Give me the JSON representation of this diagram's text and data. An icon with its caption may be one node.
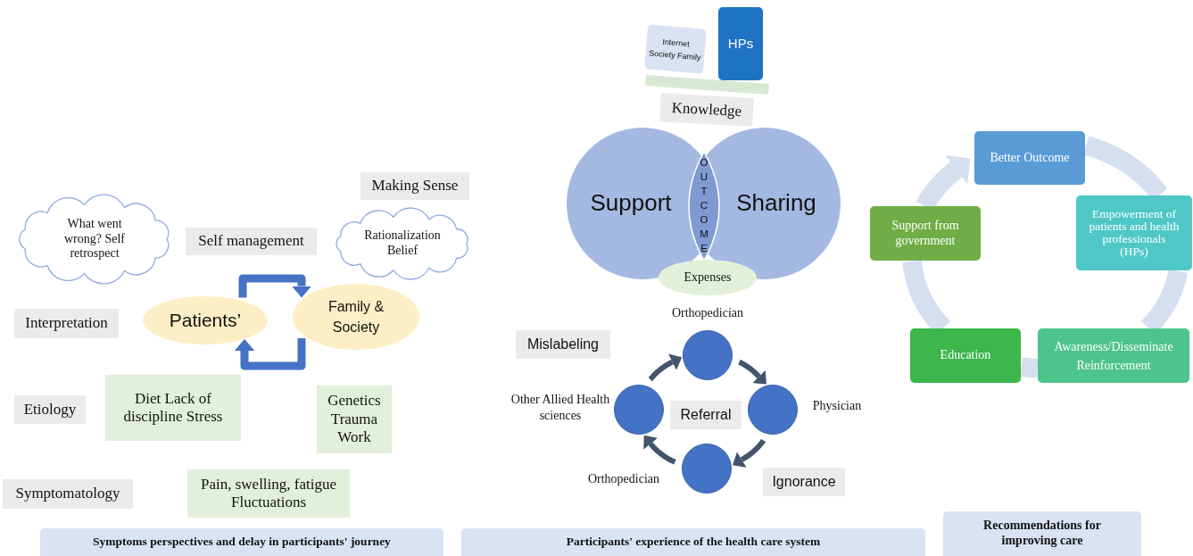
{
  "diagram": {
    "nodes": [
      {
        "text": [
          "Internet Society Family"
        ]
      },
      {
        "text": [
          "HPs"
        ]
      },
      {
        "text": [
          "Knowledge"
        ]
      },
      {
        "text": [
          "Support"
        ]
      },
      {
        "text": [
          "Sharing"
        ]
      },
      {
        "text": [
          "OUTCOME"
        ]
      },
      {
        "text": [
          "Expenses"
        ]
      },
      {
        "text": [
          "Making Sense"
        ]
      },
      {
        "text": [
          "What went wrong? Self retrospect"
        ]
      },
      {
        "text": [
          "Self management"
        ]
      },
      {
        "text": [
          "Rationalization Belief"
        ]
      },
      {
        "text": [
          "Interpretation"
        ]
      },
      {
        "text": [
          "Patients’"
        ]
      },
      {
        "text": [
          "Family & Society"
        ]
      },
      {
        "text": [
          "Etiology"
        ]
      },
      {
        "text": [
          "Diet Lack of discipline Stress"
        ]
      },
      {
        "text": [
          "Genetics Trauma Work"
        ]
      },
      {
        "text": [
          "Symptomatology"
        ]
      },
      {
        "text": [
          "Pain, swelling, fatigue Fluctuations"
        ]
      },
      {
        "text": [
          "Symptoms perspectives and delay in participants' journey"
        ]
      },
      {
        "text": [
          "Mislabeling"
        ]
      },
      {
        "text": [],
        "shape": "circle",
        "beside": [
          "Orthopedician"
        ]
      },
      {
        "text": [],
        "shape": "circle",
        "beside": [
          "Other Allied Health sciences"
        ]
      },
      {
        "text": [
          "Referral"
        ]
      },
      {
        "text": [],
        "shape": "circle",
        "beside": [
          "Physician"
        ]
      },
      {
        "text": [],
        "shape": "circle",
        "beside": [
          "Orthopedician"
        ]
      },
      {
        "text": [
          "Ignorance"
        ]
      },
      {
        "text": [
          "Participants' experience of the health care system"
        ]
      },
      {
        "text": [
          "Better Outcome"
        ]
      },
      {
        "text": [
          "Support from government"
        ]
      },
      {
        "text": [
          "Empowerment of patients and health professionals (HPs)"
        ]
      },
      {
        "text": [
          "Education"
        ]
      },
      {
        "text": [
          "Awareness/Disseminate Reinforcement"
        ]
      },
      {
        "text": [
          "Recommendations for improving care"
        ]
      }
    ],
    "edges": [
      {
        "from": 12,
        "to": 13,
        "arrow": "to",
        "color": "#4472c4"
      },
      {
        "from": 13,
        "to": 12,
        "arrow": "to",
        "color": "#4472c4"
      },
      {
        "from": 22,
        "to": 21,
        "arrow": "to",
        "color": "#44546a"
      },
      {
        "from": 21,
        "to": 24,
        "arrow": "to",
        "color": "#44546a"
      },
      {
        "from": 24,
        "to": 25,
        "arrow": "to",
        "color": "#44546a"
      },
      {
        "from": 25,
        "to": 22,
        "arrow": "to",
        "color": "#44546a"
      },
      {
        "from": 29,
        "to": 28,
        "arrow": "to",
        "style": "thick"
      },
      {
        "from": 28,
        "to": 30,
        "arrow": "none",
        "style": "thick"
      },
      {
        "from": 30,
        "to": 32,
        "arrow": "none",
        "style": "thick"
      },
      {
        "from": 32,
        "to": 31,
        "arrow": "none",
        "style": "thick"
      },
      {
        "from": 31,
        "to": 29,
        "arrow": "none",
        "style": "thick"
      }
    ]
  }
}
